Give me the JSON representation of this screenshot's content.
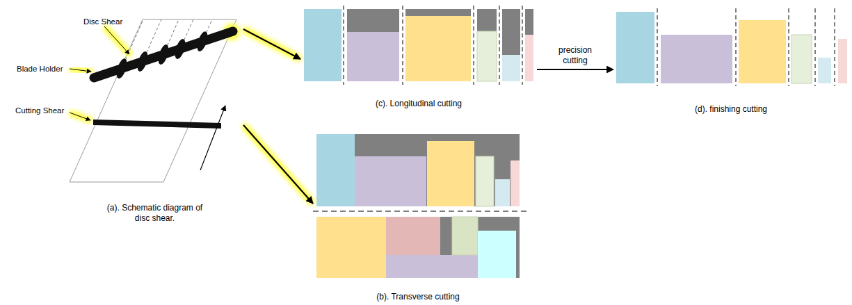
{
  "diagram": {
    "nodes": [
      {
        "text": [
          "(a). Schematic diagram of disc shear."
        ]
      },
      {
        "text": [
          "(c). Longitudinal cutting"
        ]
      },
      {
        "text": [
          "(d). finishing cutting"
        ]
      },
      {
        "text": [
          "(b). Transverse cutting"
        ]
      }
    ],
    "edges": [
      {
        "from": 0,
        "to": 1,
        "arrow": "to"
      },
      {
        "from": 0,
        "to": 3,
        "arrow": "to"
      },
      {
        "from": 1,
        "to": 2,
        "label": "precision cutting",
        "arrow": "to"
      }
    ],
    "labels": [
      "Disc Shear",
      "Blade Holder",
      "Cutting Shear"
    ]
  }
}
